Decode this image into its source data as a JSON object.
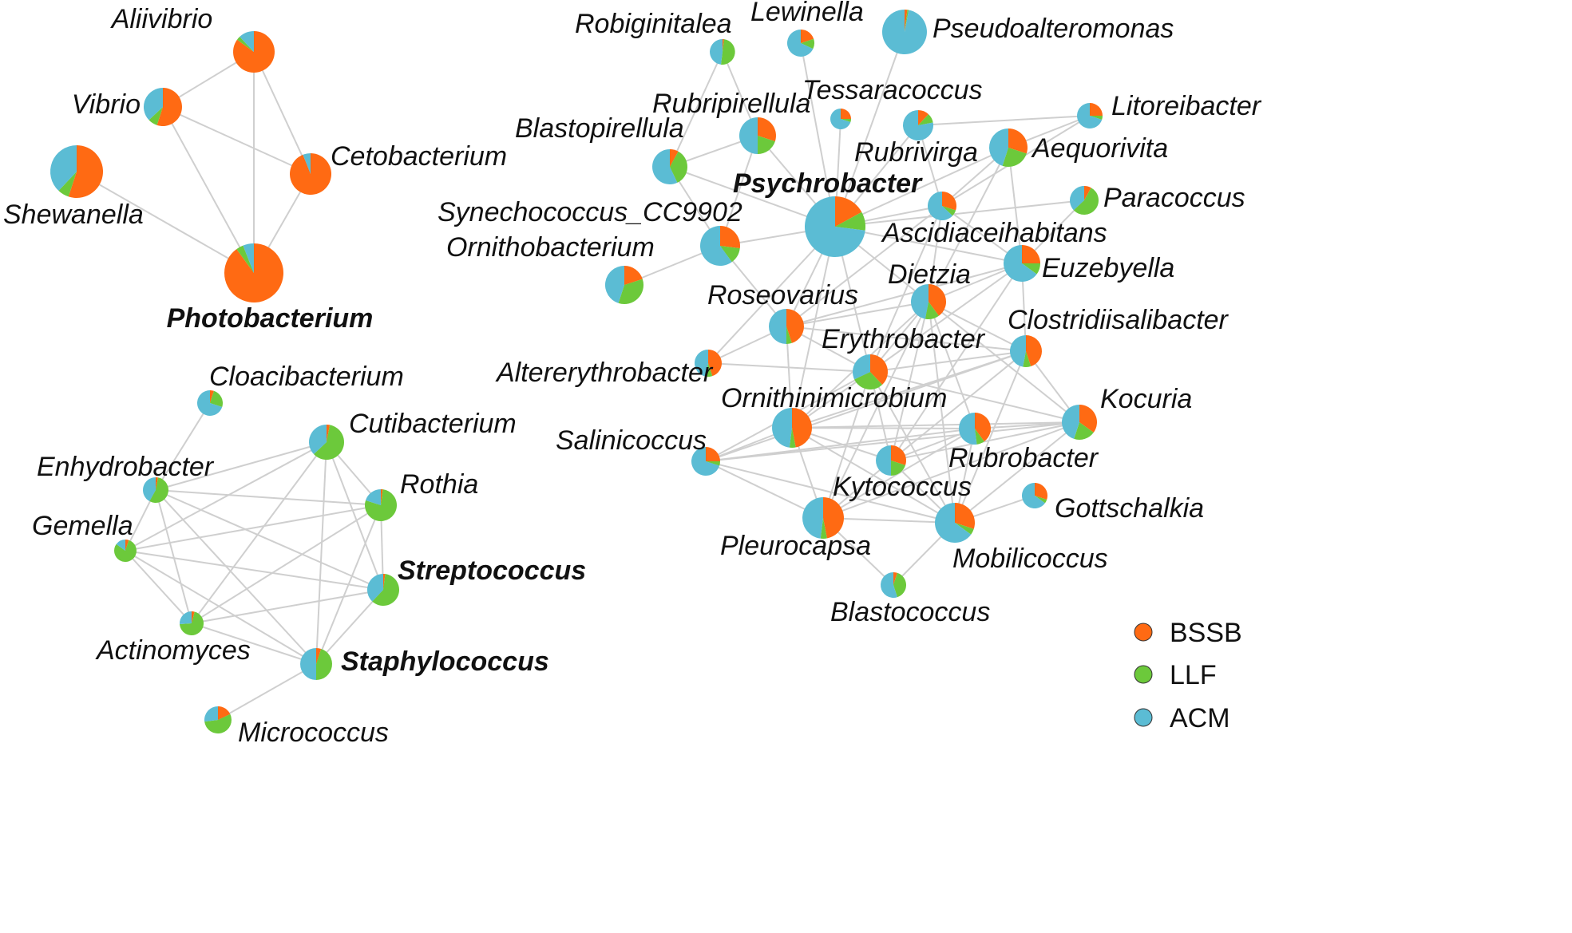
{
  "colors": {
    "BSSB": "#ff6a13",
    "LLF": "#6cc93b",
    "ACM": "#5bbcd4",
    "edge": "#cfcfcf"
  },
  "legend": [
    {
      "key": "BSSB",
      "label": "BSSB"
    },
    {
      "key": "LLF",
      "label": "LLF"
    },
    {
      "key": "ACM",
      "label": "ACM"
    }
  ],
  "nodes": [
    {
      "id": "Aliivibrio",
      "label": "Aliivibrio",
      "bold": false,
      "comp": [
        0.85,
        0.03,
        0.12
      ]
    },
    {
      "id": "Vibrio",
      "label": "Vibrio",
      "bold": false,
      "comp": [
        0.55,
        0.08,
        0.37
      ]
    },
    {
      "id": "Cetobacterium",
      "label": "Cetobacterium",
      "bold": false,
      "comp": [
        0.94,
        0.0,
        0.06
      ]
    },
    {
      "id": "Shewanella",
      "label": "Shewanella",
      "bold": false,
      "comp": [
        0.55,
        0.07,
        0.38
      ]
    },
    {
      "id": "Photobacterium",
      "label": "Photobacterium",
      "bold": true,
      "comp": [
        0.9,
        0.04,
        0.06
      ]
    },
    {
      "id": "Cloacibacterium",
      "label": "Cloacibacterium",
      "bold": false,
      "comp": [
        0.05,
        0.25,
        0.7
      ]
    },
    {
      "id": "Cutibacterium",
      "label": "Cutibacterium",
      "bold": false,
      "comp": [
        0.03,
        0.6,
        0.37
      ]
    },
    {
      "id": "Enhydrobacter",
      "label": "Enhydrobacter",
      "bold": false,
      "comp": [
        0.03,
        0.55,
        0.42
      ]
    },
    {
      "id": "Rothia",
      "label": "Rothia",
      "bold": false,
      "comp": [
        0.02,
        0.78,
        0.2
      ]
    },
    {
      "id": "Gemella",
      "label": "Gemella",
      "bold": false,
      "comp": [
        0.05,
        0.8,
        0.15
      ]
    },
    {
      "id": "Streptococcus",
      "label": "Streptococcus",
      "bold": true,
      "comp": [
        0.02,
        0.6,
        0.38
      ]
    },
    {
      "id": "Actinomyces",
      "label": "Actinomyces",
      "bold": false,
      "comp": [
        0.04,
        0.7,
        0.26
      ]
    },
    {
      "id": "Staphylococcus",
      "label": "Staphylococcus",
      "bold": true,
      "comp": [
        0.05,
        0.45,
        0.5
      ]
    },
    {
      "id": "Micrococcus",
      "label": "Micrococcus",
      "bold": false,
      "comp": [
        0.18,
        0.55,
        0.27
      ]
    },
    {
      "id": "Robiginitalea",
      "label": "Robiginitalea",
      "bold": false,
      "comp": [
        0.02,
        0.5,
        0.48
      ]
    },
    {
      "id": "Lewinella",
      "label": "Lewinella",
      "bold": false,
      "comp": [
        0.2,
        0.12,
        0.68
      ]
    },
    {
      "id": "Pseudoalteromonas",
      "label": "Pseudoalteromonas",
      "bold": false,
      "comp": [
        0.02,
        0.01,
        0.97
      ]
    },
    {
      "id": "Tessaracoccus",
      "label": "Tessaracoccus",
      "bold": false,
      "comp": [
        0.25,
        0.05,
        0.7
      ]
    },
    {
      "id": "Rubripirellula",
      "label": "Rubripirellula",
      "bold": false,
      "comp": [
        0.3,
        0.2,
        0.5
      ]
    },
    {
      "id": "Blastopirellula",
      "label": "Blastopirellula",
      "bold": false,
      "comp": [
        0.08,
        0.35,
        0.57
      ]
    },
    {
      "id": "Rubrivirga",
      "label": "Rubrivirga",
      "bold": false,
      "comp": [
        0.12,
        0.1,
        0.78
      ]
    },
    {
      "id": "Litoreibacter",
      "label": "Litoreibacter",
      "bold": false,
      "comp": [
        0.25,
        0.05,
        0.7
      ]
    },
    {
      "id": "Aequorivita",
      "label": "Aequorivita",
      "bold": false,
      "comp": [
        0.3,
        0.25,
        0.45
      ]
    },
    {
      "id": "Psychrobacter",
      "label": "Psychrobacter",
      "bold": true,
      "comp": [
        0.17,
        0.1,
        0.73
      ]
    },
    {
      "id": "Paracoccus",
      "label": "Paracoccus",
      "bold": false,
      "comp": [
        0.08,
        0.55,
        0.37
      ]
    },
    {
      "id": "Synechococcus_CC9902",
      "label": "Synechococcus_CC9902",
      "bold": false,
      "comp": [
        0.27,
        0.13,
        0.6
      ]
    },
    {
      "id": "Ascidiaceihabitans",
      "label": "Ascidiaceihabitans",
      "bold": false,
      "comp": [
        0.3,
        0.07,
        0.63
      ]
    },
    {
      "id": "Ornithobacterium",
      "label": "Ornithobacterium",
      "bold": false,
      "comp": [
        0.2,
        0.35,
        0.45
      ]
    },
    {
      "id": "Euzebyella",
      "label": "Euzebyella",
      "bold": false,
      "comp": [
        0.25,
        0.1,
        0.65
      ]
    },
    {
      "id": "Dietzia",
      "label": "Dietzia",
      "bold": false,
      "comp": [
        0.4,
        0.13,
        0.47
      ]
    },
    {
      "id": "Roseovarius",
      "label": "Roseovarius",
      "bold": false,
      "comp": [
        0.45,
        0.05,
        0.5
      ]
    },
    {
      "id": "Erythrobacter",
      "label": "Erythrobacter",
      "bold": false,
      "comp": [
        0.38,
        0.3,
        0.32
      ]
    },
    {
      "id": "Clostridiisalibacter",
      "label": "Clostridiisalibacter",
      "bold": false,
      "comp": [
        0.45,
        0.08,
        0.47
      ]
    },
    {
      "id": "Altererythrobacter",
      "label": "Altererythrobacter",
      "bold": false,
      "comp": [
        0.45,
        0.08,
        0.47
      ]
    },
    {
      "id": "Ornithinimicrobium",
      "label": "Ornithinimicrobium",
      "bold": false,
      "comp": [
        0.47,
        0.05,
        0.48
      ]
    },
    {
      "id": "Kocuria",
      "label": "Kocuria",
      "bold": false,
      "comp": [
        0.35,
        0.2,
        0.45
      ]
    },
    {
      "id": "Salinicoccus",
      "label": "Salinicoccus",
      "bold": false,
      "comp": [
        0.25,
        0.05,
        0.7
      ]
    },
    {
      "id": "Rubrobacter",
      "label": "Rubrobacter",
      "bold": false,
      "comp": [
        0.4,
        0.08,
        0.52
      ]
    },
    {
      "id": "Kytococcus",
      "label": "Kytococcus",
      "bold": false,
      "comp": [
        0.3,
        0.2,
        0.5
      ]
    },
    {
      "id": "Gottschalkia",
      "label": "Gottschalkia",
      "bold": false,
      "comp": [
        0.3,
        0.05,
        0.65
      ]
    },
    {
      "id": "Pleurocapsa",
      "label": "Pleurocapsa",
      "bold": false,
      "comp": [
        0.47,
        0.05,
        0.48
      ]
    },
    {
      "id": "Mobilicoccus",
      "label": "Mobilicoccus",
      "bold": false,
      "comp": [
        0.3,
        0.05,
        0.65
      ]
    },
    {
      "id": "Blastococcus",
      "label": "Blastococcus",
      "bold": false,
      "comp": [
        0.05,
        0.4,
        0.55
      ]
    }
  ],
  "edges": [
    [
      "Aliivibrio",
      "Vibrio"
    ],
    [
      "Aliivibrio",
      "Cetobacterium"
    ],
    [
      "Aliivibrio",
      "Photobacterium"
    ],
    [
      "Vibrio",
      "Cetobacterium"
    ],
    [
      "Vibrio",
      "Photobacterium"
    ],
    [
      "Cetobacterium",
      "Photobacterium"
    ],
    [
      "Shewanella",
      "Photobacterium"
    ],
    [
      "Cloacibacterium",
      "Enhydrobacter"
    ],
    [
      "Cutibacterium",
      "Enhydrobacter"
    ],
    [
      "Cutibacterium",
      "Rothia"
    ],
    [
      "Cutibacterium",
      "Gemella"
    ],
    [
      "Cutibacterium",
      "Streptococcus"
    ],
    [
      "Cutibacterium",
      "Actinomyces"
    ],
    [
      "Cutibacterium",
      "Staphylococcus"
    ],
    [
      "Enhydrobacter",
      "Rothia"
    ],
    [
      "Enhydrobacter",
      "Gemella"
    ],
    [
      "Enhydrobacter",
      "Streptococcus"
    ],
    [
      "Enhydrobacter",
      "Actinomyces"
    ],
    [
      "Enhydrobacter",
      "Staphylococcus"
    ],
    [
      "Rothia",
      "Gemella"
    ],
    [
      "Rothia",
      "Streptococcus"
    ],
    [
      "Rothia",
      "Actinomyces"
    ],
    [
      "Rothia",
      "Staphylococcus"
    ],
    [
      "Gemella",
      "Streptococcus"
    ],
    [
      "Gemella",
      "Actinomyces"
    ],
    [
      "Gemella",
      "Staphylococcus"
    ],
    [
      "Streptococcus",
      "Actinomyces"
    ],
    [
      "Streptococcus",
      "Staphylococcus"
    ],
    [
      "Actinomyces",
      "Staphylococcus"
    ],
    [
      "Staphylococcus",
      "Micrococcus"
    ],
    [
      "Robiginitalea",
      "Blastopirellula"
    ],
    [
      "Robiginitalea",
      "Rubripirellula"
    ],
    [
      "Lewinella",
      "Psychrobacter"
    ],
    [
      "Pseudoalteromonas",
      "Psychrobacter"
    ],
    [
      "Tessaracoccus",
      "Psychrobacter"
    ],
    [
      "Rubripirellula",
      "Blastopirellula"
    ],
    [
      "Rubripirellula",
      "Synechococcus_CC9902"
    ],
    [
      "Rubripirellula",
      "Psychrobacter"
    ],
    [
      "Blastopirellula",
      "Psychrobacter"
    ],
    [
      "Blastopirellula",
      "Synechococcus_CC9902"
    ],
    [
      "Rubrivirga",
      "Litoreibacter"
    ],
    [
      "Rubrivirga",
      "Ascidiaceihabitans"
    ],
    [
      "Rubrivirga",
      "Psychrobacter"
    ],
    [
      "Litoreibacter",
      "Aequorivita"
    ],
    [
      "Litoreibacter",
      "Ascidiaceihabitans"
    ],
    [
      "Aequorivita",
      "Psychrobacter"
    ],
    [
      "Aequorivita",
      "Ascidiaceihabitans"
    ],
    [
      "Aequorivita",
      "Euzebyella"
    ],
    [
      "Aequorivita",
      "Dietzia"
    ],
    [
      "Paracoccus",
      "Psychrobacter"
    ],
    [
      "Paracoccus",
      "Euzebyella"
    ],
    [
      "Psychrobacter",
      "Synechococcus_CC9902"
    ],
    [
      "Psychrobacter",
      "Ascidiaceihabitans"
    ],
    [
      "Psychrobacter",
      "Euzebyella"
    ],
    [
      "Psychrobacter",
      "Dietzia"
    ],
    [
      "Psychrobacter",
      "Roseovarius"
    ],
    [
      "Psychrobacter",
      "Erythrobacter"
    ],
    [
      "Psychrobacter",
      "Altererythrobacter"
    ],
    [
      "Psychrobacter",
      "Ornithinimicrobium"
    ],
    [
      "Synechococcus_CC9902",
      "Ornithobacterium"
    ],
    [
      "Synechococcus_CC9902",
      "Roseovarius"
    ],
    [
      "Ascidiaceihabitans",
      "Euzebyella"
    ],
    [
      "Ascidiaceihabitans",
      "Dietzia"
    ],
    [
      "Ascidiaceihabitans",
      "Erythrobacter"
    ],
    [
      "Ascidiaceihabitans",
      "Roseovarius"
    ],
    [
      "Euzebyella",
      "Dietzia"
    ],
    [
      "Euzebyella",
      "Roseovarius"
    ],
    [
      "Euzebyella",
      "Erythrobacter"
    ],
    [
      "Euzebyella",
      "Clostridiisalibacter"
    ],
    [
      "Euzebyella",
      "Kytococcus"
    ],
    [
      "Dietzia",
      "Roseovarius"
    ],
    [
      "Dietzia",
      "Erythrobacter"
    ],
    [
      "Dietzia",
      "Ornithinimicrobium"
    ],
    [
      "Dietzia",
      "Clostridiisalibacter"
    ],
    [
      "Dietzia",
      "Rubrobacter"
    ],
    [
      "Dietzia",
      "Kytococcus"
    ],
    [
      "Dietzia",
      "Mobilicoccus"
    ],
    [
      "Dietzia",
      "Pleurocapsa"
    ],
    [
      "Dietzia",
      "Kocuria"
    ],
    [
      "Roseovarius",
      "Erythrobacter"
    ],
    [
      "Roseovarius",
      "Ornithinimicrobium"
    ],
    [
      "Roseovarius",
      "Altererythrobacter"
    ],
    [
      "Roseovarius",
      "Clostridiisalibacter"
    ],
    [
      "Erythrobacter",
      "Altererythrobacter"
    ],
    [
      "Erythrobacter",
      "Ornithinimicrobium"
    ],
    [
      "Erythrobacter",
      "Clostridiisalibacter"
    ],
    [
      "Erythrobacter",
      "Salinicoccus"
    ],
    [
      "Erythrobacter",
      "Kytococcus"
    ],
    [
      "Erythrobacter",
      "Pleurocapsa"
    ],
    [
      "Erythrobacter",
      "Mobilicoccus"
    ],
    [
      "Erythrobacter",
      "Kocuria"
    ],
    [
      "Clostridiisalibacter",
      "Ornithinimicrobium"
    ],
    [
      "Clostridiisalibacter",
      "Kytococcus"
    ],
    [
      "Clostridiisalibacter",
      "Mobilicoccus"
    ],
    [
      "Clostridiisalibacter",
      "Kocuria"
    ],
    [
      "Clostridiisalibacter",
      "Salinicoccus"
    ],
    [
      "Ornithinimicrobium",
      "Salinicoccus"
    ],
    [
      "Ornithinimicrobium",
      "Rubrobacter"
    ],
    [
      "Ornithinimicrobium",
      "Kocuria"
    ],
    [
      "Ornithinimicrobium",
      "Pleurocapsa"
    ],
    [
      "Ornithinimicrobium",
      "Kytococcus"
    ],
    [
      "Ornithinimicrobium",
      "Mobilicoccus"
    ],
    [
      "Kocuria",
      "Salinicoccus"
    ],
    [
      "Kocuria",
      "Kytococcus"
    ],
    [
      "Kocuria",
      "Mobilicoccus"
    ],
    [
      "Kocuria",
      "Rubrobacter"
    ],
    [
      "Kocuria",
      "Pleurocapsa"
    ],
    [
      "Salinicoccus",
      "Pleurocapsa"
    ],
    [
      "Salinicoccus",
      "Mobilicoccus"
    ],
    [
      "Salinicoccus",
      "Rubrobacter"
    ],
    [
      "Rubrobacter",
      "Kytococcus"
    ],
    [
      "Rubrobacter",
      "Mobilicoccus"
    ],
    [
      "Rubrobacter",
      "Pleurocapsa"
    ],
    [
      "Kytococcus",
      "Pleurocapsa"
    ],
    [
      "Kytococcus",
      "Mobilicoccus"
    ],
    [
      "Gottschalkia",
      "Mobilicoccus"
    ],
    [
      "Pleurocapsa",
      "Mobilicoccus"
    ],
    [
      "Pleurocapsa",
      "Blastococcus"
    ],
    [
      "Mobilicoccus",
      "Blastococcus"
    ]
  ]
}
